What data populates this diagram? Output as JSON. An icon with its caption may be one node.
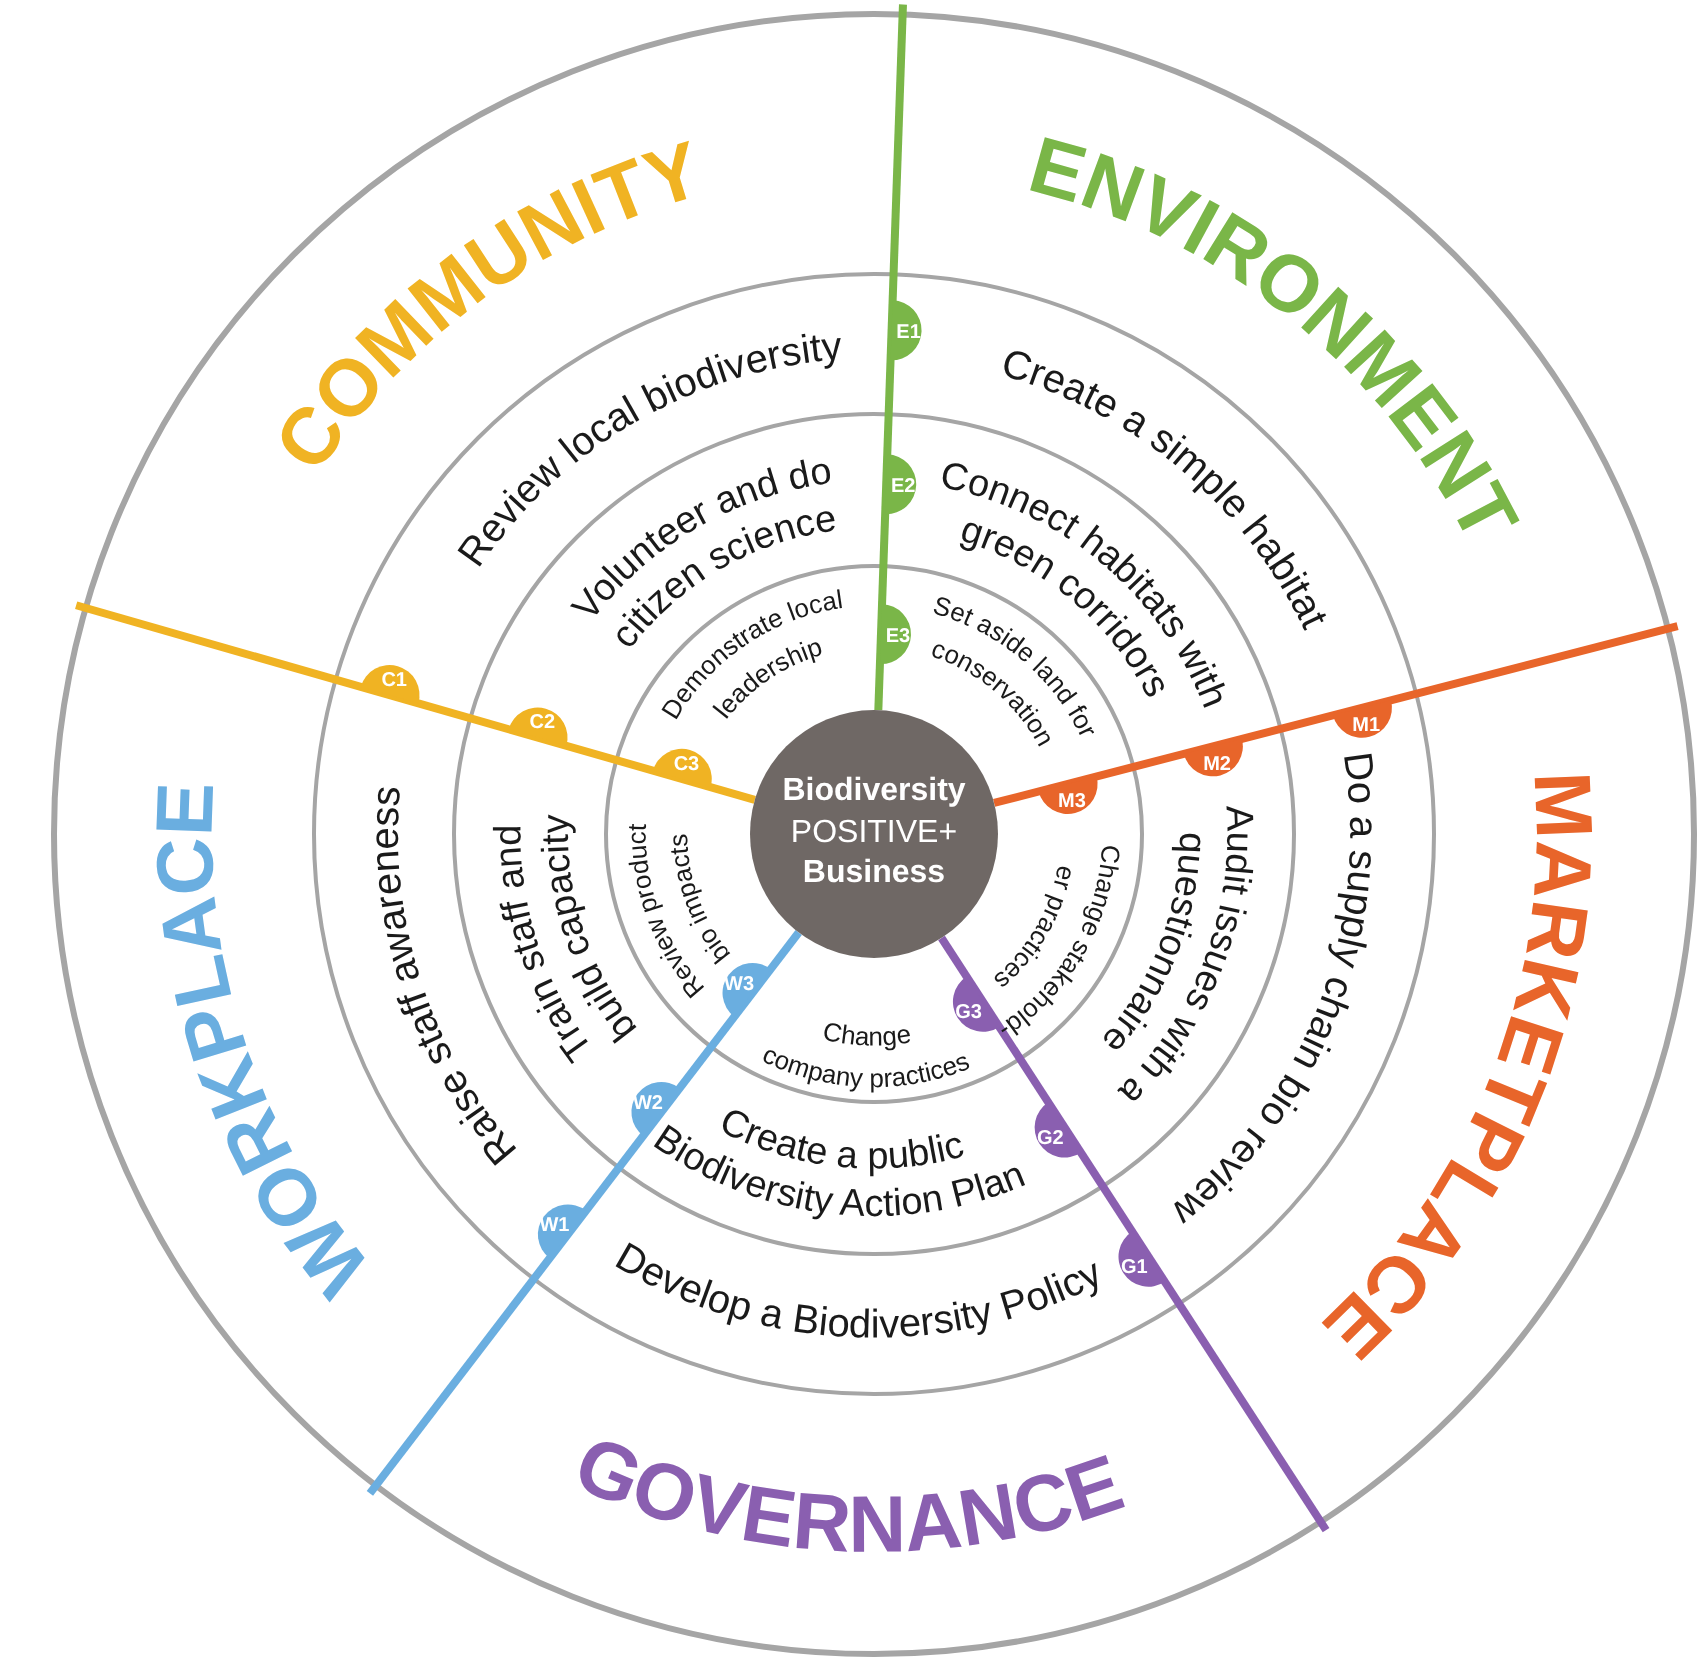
{
  "diagram": {
    "nodes": [
      {
        "text": [
          "**Biodiversity** POSITIVE+ **Business**"
        ]
      },
      {
        "text": [
          "Review local biodiversity"
        ]
      },
      {
        "text": [
          "Volunteer and do citizen science"
        ]
      },
      {
        "text": [
          "Demonstrate local leadership"
        ]
      },
      {
        "text": [
          "Create a simple habitat"
        ]
      },
      {
        "text": [
          "Connect habitats with green corridors"
        ]
      },
      {
        "text": [
          "Set aside land for conservation"
        ]
      },
      {
        "text": [
          "Do a supply chain bio review"
        ]
      },
      {
        "text": [
          "Audit issues with a questionnaire"
        ]
      },
      {
        "text": [
          "Change stakehold- er practices"
        ]
      },
      {
        "text": [
          "Develop a Biodiversity Policy"
        ]
      },
      {
        "text": [
          "Create a public Biodiversity Action Plan"
        ]
      },
      {
        "text": [
          "Change company practices"
        ]
      },
      {
        "text": [
          "Raise staff awareness"
        ]
      },
      {
        "text": [
          "Train staff and build capacity"
        ]
      },
      {
        "text": [
          "Review product bio impacts"
        ]
      }
    ],
    "labels": [
      "COMMUNITY",
      "ENVIRONMENT",
      "MARKETPLACE",
      "GOVERNANCE",
      "WORKPLACE",
      "C1",
      "C2",
      "C3",
      "E1",
      "E2",
      "E3",
      "M1",
      "M2",
      "M3",
      "G1",
      "G2",
      "G3",
      "W1",
      "W2",
      "W3"
    ]
  }
}
